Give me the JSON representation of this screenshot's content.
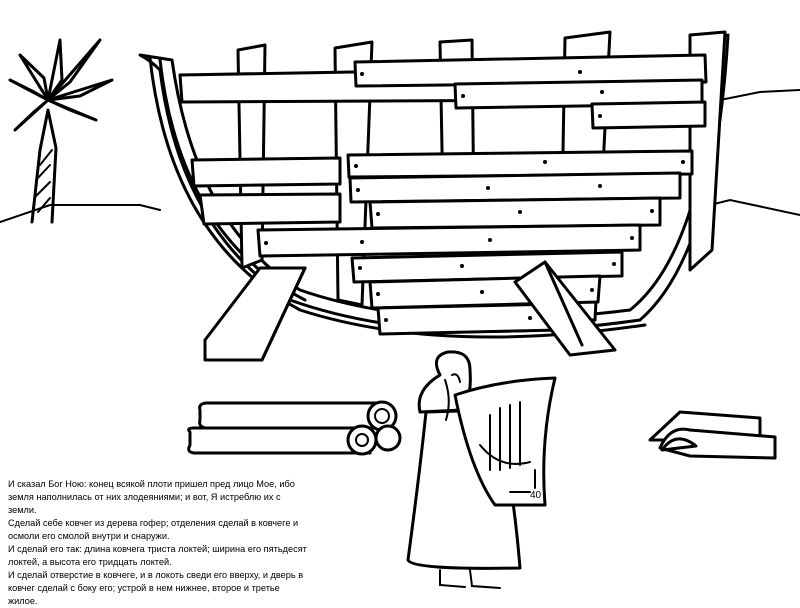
{
  "caption": {
    "lines": [
      "И сказал Бог Ною: конец всякой плоти пришел пред лицо Мое, ибо земля наполнилась от них злодеяниями; и вот, Я истреблю их с земли.",
      "Сделай себе ковчег из дерева гофер; отделения сделай в ковчеге и осмоли его смолой внутри и снаружи.",
      "И сделай его так: длина ковчега триста локтей; ширина его пятьдесят локтей, а высота его тридцать локтей.",
      "И сделай отверстие в ковчеге, и в локоть сведи его вверху, и дверь в ковчег сделай с боку его; устрой в нем нижнее, второе и третье жилое."
    ]
  },
  "blueprint": {
    "dimension_label": "40"
  },
  "illustration": {
    "style": "black-and-white coloring page line art"
  }
}
